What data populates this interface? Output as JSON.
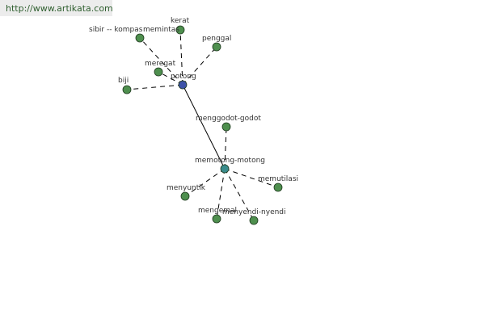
{
  "banner": {
    "url": "http://www.artikata.com"
  },
  "colors": {
    "background": "#ffffff",
    "banner_bg": "#ececec",
    "node_green": "#4e8f4e",
    "node_blue": "#3d52a8",
    "node_teal": "#3a8c8c",
    "edge": "#000000"
  },
  "graph": {
    "nodes": [
      {
        "id": "potong",
        "label": "potong",
        "kind": "hub"
      },
      {
        "id": "memotong",
        "label": "memotong-motong",
        "kind": "sub"
      },
      {
        "id": "sibir",
        "label": "sibir -- kompas",
        "kind": "leaf"
      },
      {
        "id": "memintas",
        "label": "memintas",
        "kind": "leaf"
      },
      {
        "id": "kerat",
        "label": "kerat",
        "kind": "leaf"
      },
      {
        "id": "penggal",
        "label": "penggal",
        "kind": "leaf"
      },
      {
        "id": "meregat",
        "label": "meregat",
        "kind": "leaf"
      },
      {
        "id": "biji",
        "label": "biji",
        "kind": "leaf"
      },
      {
        "id": "menggodot",
        "label": "menggodot-godot",
        "kind": "leaf"
      },
      {
        "id": "memutilasi",
        "label": "memutilasi",
        "kind": "leaf"
      },
      {
        "id": "menyuntik",
        "label": "menyuntik",
        "kind": "leaf"
      },
      {
        "id": "mengemal",
        "label": "mengemal",
        "kind": "leaf"
      },
      {
        "id": "menyendi",
        "label": "menyendi-nyendi",
        "kind": "leaf"
      }
    ],
    "edges": [
      {
        "from": "potong",
        "to": "memotong",
        "style": "solid"
      },
      {
        "from": "potong",
        "to": "sibir",
        "style": "dashed"
      },
      {
        "from": "potong",
        "to": "kerat",
        "style": "dashed"
      },
      {
        "from": "potong",
        "to": "penggal",
        "style": "dashed"
      },
      {
        "from": "potong",
        "to": "meregat",
        "style": "dashed"
      },
      {
        "from": "potong",
        "to": "biji",
        "style": "dashed"
      },
      {
        "from": "memotong",
        "to": "menggodot",
        "style": "dashed"
      },
      {
        "from": "memotong",
        "to": "memutilasi",
        "style": "dashed"
      },
      {
        "from": "memotong",
        "to": "menyuntik",
        "style": "dashed"
      },
      {
        "from": "memotong",
        "to": "mengemal",
        "style": "dashed"
      },
      {
        "from": "memotong",
        "to": "menyendi",
        "style": "dashed"
      }
    ]
  }
}
